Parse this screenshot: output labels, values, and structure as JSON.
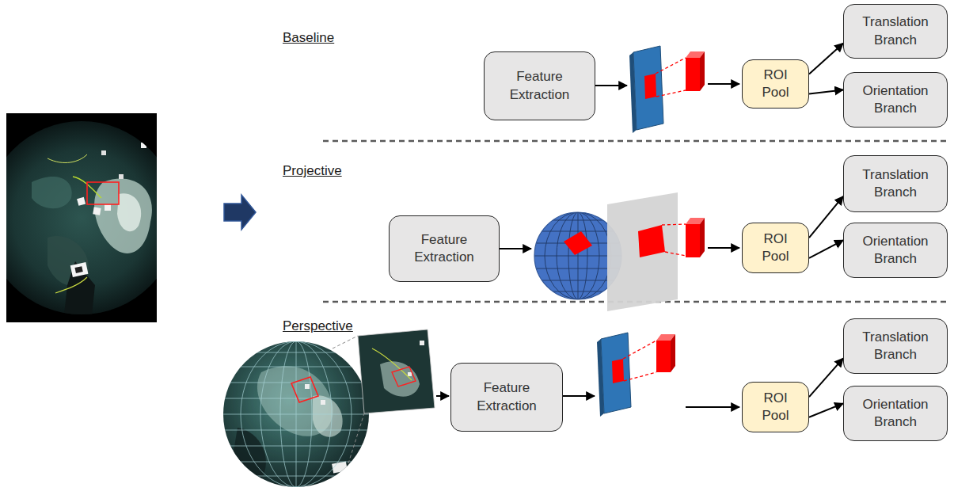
{
  "diagram": {
    "nodes": [
      {
        "text": [
          "Feature Extraction"
        ]
      },
      {
        "text": [
          "ROI Pool"
        ]
      },
      {
        "text": [
          "Translation Branch"
        ]
      },
      {
        "text": [
          "Orientation Branch"
        ]
      },
      {
        "text": [
          "Feature Extraction"
        ]
      },
      {
        "text": [
          "ROI Pool"
        ]
      },
      {
        "text": [
          "Translation Branch"
        ]
      },
      {
        "text": [
          "Orientation Branch"
        ]
      },
      {
        "text": [
          "Feature Extraction"
        ]
      },
      {
        "text": [
          "ROI Pool"
        ]
      },
      {
        "text": [
          "Translation Branch"
        ]
      },
      {
        "text": [
          "Orientation Branch"
        ]
      }
    ],
    "edges": [
      {
        "from": 1,
        "to": 2,
        "arrow": "to"
      },
      {
        "from": 1,
        "to": 3,
        "arrow": "to"
      },
      {
        "from": 5,
        "to": 6,
        "arrow": "to"
      },
      {
        "from": 5,
        "to": 7,
        "arrow": "to"
      },
      {
        "from": 9,
        "to": 10,
        "arrow": "to"
      },
      {
        "from": 9,
        "to": 11,
        "arrow": "to"
      }
    ],
    "labels": [
      "Baseline",
      "Projective",
      "Perspective"
    ]
  }
}
